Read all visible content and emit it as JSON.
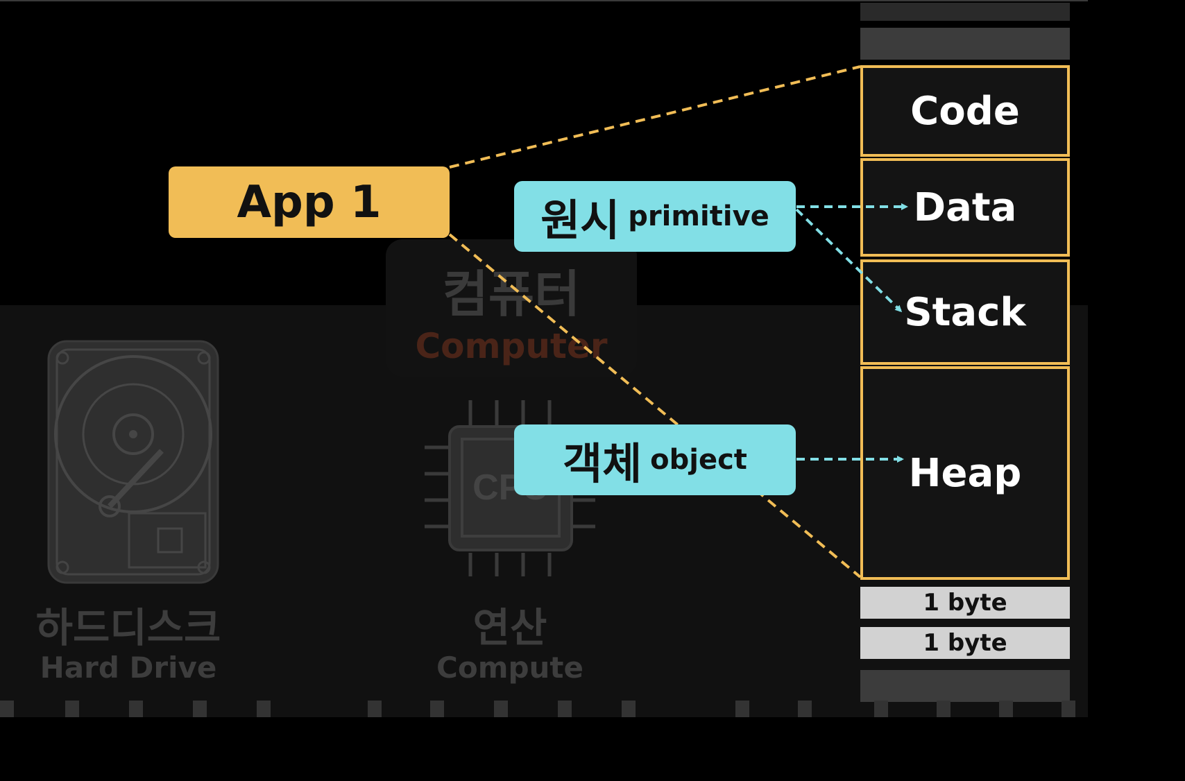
{
  "background": {
    "computer": {
      "korean": "컴퓨터",
      "english": "Computer"
    },
    "hard_drive": {
      "korean": "하드디스크",
      "english": "Hard Drive"
    },
    "compute": {
      "korean": "연산",
      "english": "Compute",
      "chip_label": "CPU"
    }
  },
  "app": {
    "label": "App 1"
  },
  "primitive": {
    "korean": "원시",
    "english": "primitive"
  },
  "object": {
    "korean": "객체",
    "english": "object"
  },
  "memory": {
    "segments": [
      "Code",
      "Data",
      "Stack",
      "Heap"
    ],
    "bytes": [
      "1 byte",
      "1 byte"
    ]
  },
  "colors": {
    "accent_orange": "#f1bd56",
    "accent_cyan": "#82dfe6",
    "memory_gray": "#3c3c3c",
    "byte_gray": "#d2d2d2"
  }
}
